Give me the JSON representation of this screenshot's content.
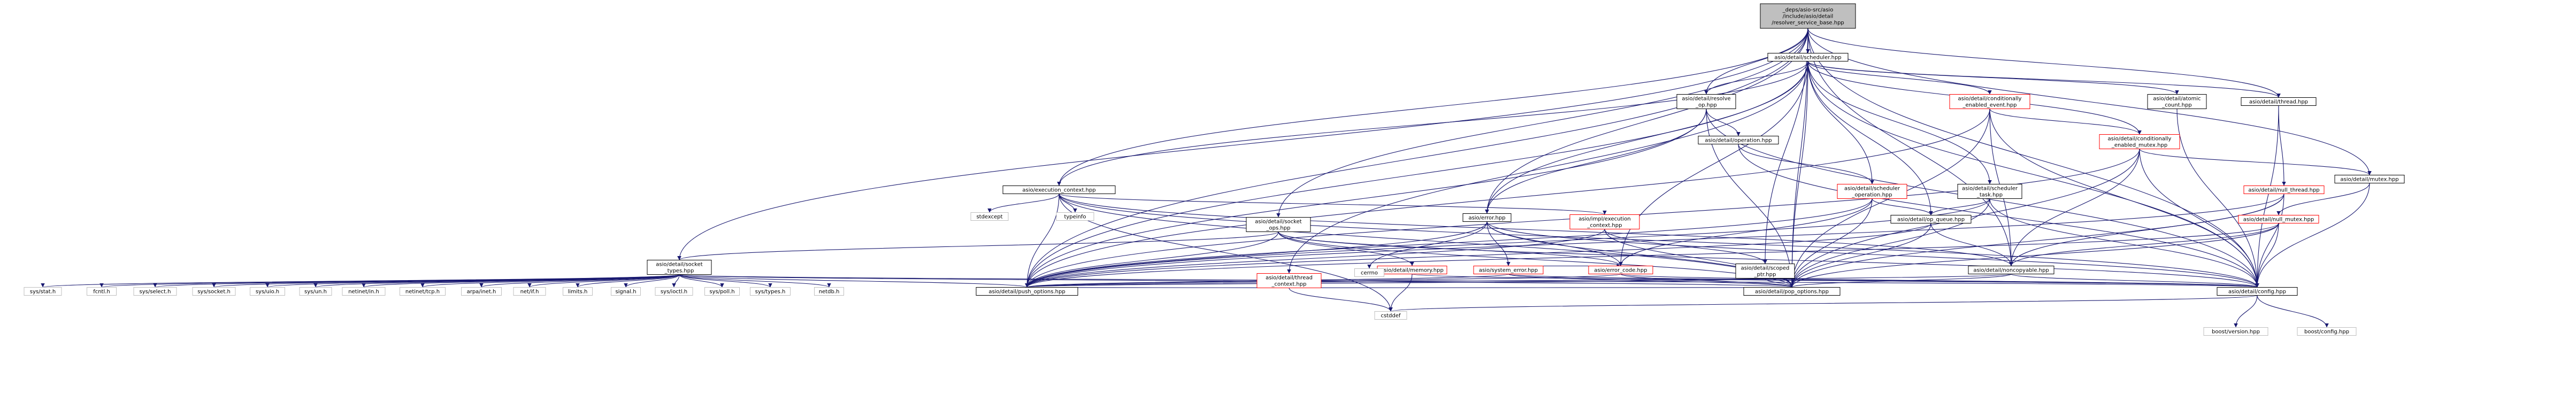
{
  "diagram": {
    "nodes": [
      {
        "id": "root",
        "lines": [
          "_deps/asio-src/asio",
          "/include/asio/detail",
          "/resolver_service_base.hpp"
        ],
        "style": "focus"
      },
      {
        "id": "scheduler",
        "lines": [
          "asio/detail/scheduler.hpp"
        ],
        "style": "normal"
      },
      {
        "id": "resolve_op",
        "lines": [
          "asio/detail/resolve",
          "_op.hpp"
        ],
        "style": "normal"
      },
      {
        "id": "cond_event",
        "lines": [
          "asio/detail/conditionally",
          "_enabled_event.hpp"
        ],
        "style": "red"
      },
      {
        "id": "atomic_count",
        "lines": [
          "asio/detail/atomic",
          "_count.hpp"
        ],
        "style": "normal"
      },
      {
        "id": "thread",
        "lines": [
          "asio/detail/thread.hpp"
        ],
        "style": "normal"
      },
      {
        "id": "operation",
        "lines": [
          "asio/detail/operation.hpp"
        ],
        "style": "normal"
      },
      {
        "id": "cond_mutex",
        "lines": [
          "asio/detail/conditionally",
          "_enabled_mutex.hpp"
        ],
        "style": "red"
      },
      {
        "id": "exec_context",
        "lines": [
          "asio/execution_context.hpp"
        ],
        "style": "normal"
      },
      {
        "id": "sched_op",
        "lines": [
          "asio/detail/scheduler",
          "_operation.hpp"
        ],
        "style": "red"
      },
      {
        "id": "sched_task",
        "lines": [
          "asio/detail/scheduler",
          "_task.hpp"
        ],
        "style": "normal"
      },
      {
        "id": "null_thread",
        "lines": [
          "asio/detail/null_thread.hpp"
        ],
        "style": "red"
      },
      {
        "id": "mutex",
        "lines": [
          "asio/detail/mutex.hpp"
        ],
        "style": "normal"
      },
      {
        "id": "stdexcept",
        "lines": [
          "stdexcept"
        ],
        "style": "plain"
      },
      {
        "id": "typeinfo",
        "lines": [
          "typeinfo"
        ],
        "style": "plain"
      },
      {
        "id": "socket_ops",
        "lines": [
          "asio/detail/socket",
          "_ops.hpp"
        ],
        "style": "normal"
      },
      {
        "id": "error",
        "lines": [
          "asio/error.hpp"
        ],
        "style": "normal"
      },
      {
        "id": "impl_exec_ctx",
        "lines": [
          "asio/impl/execution",
          "_context.hpp"
        ],
        "style": "red"
      },
      {
        "id": "op_queue",
        "lines": [
          "asio/detail/op_queue.hpp"
        ],
        "style": "normal"
      },
      {
        "id": "null_mutex",
        "lines": [
          "asio/detail/null_mutex.hpp"
        ],
        "style": "red"
      },
      {
        "id": "socket_types",
        "lines": [
          "asio/detail/socket",
          "_types.hpp"
        ],
        "style": "normal"
      },
      {
        "id": "thread_context",
        "lines": [
          "asio/detail/thread",
          "_context.hpp"
        ],
        "style": "red"
      },
      {
        "id": "memory",
        "lines": [
          "asio/detail/memory.hpp"
        ],
        "style": "red"
      },
      {
        "id": "cerrno",
        "lines": [
          "cerrno"
        ],
        "style": "plain"
      },
      {
        "id": "system_error",
        "lines": [
          "asio/system_error.hpp"
        ],
        "style": "red"
      },
      {
        "id": "error_code",
        "lines": [
          "asio/error_code.hpp"
        ],
        "style": "red"
      },
      {
        "id": "scoped_ptr",
        "lines": [
          "asio/detail/scoped",
          "_ptr.hpp"
        ],
        "style": "normal"
      },
      {
        "id": "noncopyable",
        "lines": [
          "asio/detail/noncopyable.hpp"
        ],
        "style": "normal"
      },
      {
        "id": "sys_stat",
        "lines": [
          "sys/stat.h"
        ],
        "style": "plain"
      },
      {
        "id": "fcntl",
        "lines": [
          "fcntl.h"
        ],
        "style": "plain"
      },
      {
        "id": "sys_select",
        "lines": [
          "sys/select.h"
        ],
        "style": "plain"
      },
      {
        "id": "sys_socket",
        "lines": [
          "sys/socket.h"
        ],
        "style": "plain"
      },
      {
        "id": "sys_uio",
        "lines": [
          "sys/uio.h"
        ],
        "style": "plain"
      },
      {
        "id": "sys_un",
        "lines": [
          "sys/un.h"
        ],
        "style": "plain"
      },
      {
        "id": "netinet_in",
        "lines": [
          "netinet/in.h"
        ],
        "style": "plain"
      },
      {
        "id": "netinet_tcp",
        "lines": [
          "netinet/tcp.h"
        ],
        "style": "plain"
      },
      {
        "id": "arpa_inet",
        "lines": [
          "arpa/inet.h"
        ],
        "style": "plain"
      },
      {
        "id": "net_if",
        "lines": [
          "net/if.h"
        ],
        "style": "plain"
      },
      {
        "id": "limits",
        "lines": [
          "limits.h"
        ],
        "style": "plain"
      },
      {
        "id": "signal",
        "lines": [
          "signal.h"
        ],
        "style": "plain"
      },
      {
        "id": "sys_ioctl",
        "lines": [
          "sys/ioctl.h"
        ],
        "style": "plain"
      },
      {
        "id": "sys_poll",
        "lines": [
          "sys/poll.h"
        ],
        "style": "plain"
      },
      {
        "id": "sys_types",
        "lines": [
          "sys/types.h"
        ],
        "style": "plain"
      },
      {
        "id": "netdb",
        "lines": [
          "netdb.h"
        ],
        "style": "plain"
      },
      {
        "id": "push_options",
        "lines": [
          "asio/detail/push_options.hpp"
        ],
        "style": "normal"
      },
      {
        "id": "pop_options",
        "lines": [
          "asio/detail/pop_options.hpp"
        ],
        "style": "normal"
      },
      {
        "id": "config",
        "lines": [
          "asio/detail/config.hpp"
        ],
        "style": "normal"
      },
      {
        "id": "cstddef",
        "lines": [
          "cstddef"
        ],
        "style": "plain"
      },
      {
        "id": "boost_version",
        "lines": [
          "boost/version.hpp"
        ],
        "style": "plain"
      },
      {
        "id": "boost_config",
        "lines": [
          "boost/config.hpp"
        ],
        "style": "plain"
      }
    ],
    "edges": [
      [
        "root",
        "scheduler"
      ],
      [
        "root",
        "resolve_op"
      ],
      [
        "root",
        "thread"
      ],
      [
        "root",
        "exec_context"
      ],
      [
        "root",
        "socket_ops"
      ],
      [
        "root",
        "socket_types"
      ],
      [
        "root",
        "push_options"
      ],
      [
        "root",
        "pop_options"
      ],
      [
        "root",
        "config"
      ],
      [
        "root",
        "mutex"
      ],
      [
        "root",
        "noncopyable"
      ],
      [
        "root",
        "scoped_ptr"
      ],
      [
        "root",
        "error"
      ],
      [
        "scheduler",
        "resolve_op"
      ],
      [
        "scheduler",
        "cond_event"
      ],
      [
        "scheduler",
        "atomic_count"
      ],
      [
        "scheduler",
        "thread"
      ],
      [
        "scheduler",
        "cond_mutex"
      ],
      [
        "scheduler",
        "exec_context"
      ],
      [
        "scheduler",
        "sched_op"
      ],
      [
        "scheduler",
        "sched_task"
      ],
      [
        "scheduler",
        "op_queue"
      ],
      [
        "scheduler",
        "error_code"
      ],
      [
        "scheduler",
        "thread_context"
      ],
      [
        "scheduler",
        "push_options"
      ],
      [
        "scheduler",
        "pop_options"
      ],
      [
        "scheduler",
        "config"
      ],
      [
        "scheduler",
        "error"
      ],
      [
        "resolve_op",
        "operation"
      ],
      [
        "resolve_op",
        "error"
      ],
      [
        "resolve_op",
        "push_options"
      ],
      [
        "resolve_op",
        "pop_options"
      ],
      [
        "resolve_op",
        "config"
      ],
      [
        "cond_event",
        "cond_mutex"
      ],
      [
        "cond_event",
        "noncopyable"
      ],
      [
        "cond_event",
        "push_options"
      ],
      [
        "cond_event",
        "pop_options"
      ],
      [
        "cond_event",
        "config"
      ],
      [
        "atomic_count",
        "config"
      ],
      [
        "thread",
        "null_thread"
      ],
      [
        "thread",
        "config"
      ],
      [
        "operation",
        "sched_op"
      ],
      [
        "operation",
        "config"
      ],
      [
        "cond_mutex",
        "mutex"
      ],
      [
        "cond_mutex",
        "noncopyable"
      ],
      [
        "cond_mutex",
        "push_options"
      ],
      [
        "cond_mutex",
        "pop_options"
      ],
      [
        "cond_mutex",
        "config"
      ],
      [
        "exec_context",
        "stdexcept"
      ],
      [
        "exec_context",
        "typeinfo"
      ],
      [
        "exec_context",
        "noncopyable"
      ],
      [
        "exec_context",
        "impl_exec_ctx"
      ],
      [
        "exec_context",
        "push_options"
      ],
      [
        "exec_context",
        "pop_options"
      ],
      [
        "exec_context",
        "config"
      ],
      [
        "exec_context",
        "cstddef"
      ],
      [
        "sched_op",
        "error_code"
      ],
      [
        "sched_op",
        "op_queue"
      ],
      [
        "sched_op",
        "push_options"
      ],
      [
        "sched_op",
        "pop_options"
      ],
      [
        "sched_task",
        "op_queue"
      ],
      [
        "sched_task",
        "push_options"
      ],
      [
        "sched_task",
        "pop_options"
      ],
      [
        "sched_task",
        "config"
      ],
      [
        "null_thread",
        "noncopyable"
      ],
      [
        "null_thread",
        "push_options"
      ],
      [
        "null_thread",
        "pop_options"
      ],
      [
        "null_thread",
        "config"
      ],
      [
        "mutex",
        "null_mutex"
      ],
      [
        "mutex",
        "config"
      ],
      [
        "socket_ops",
        "socket_types"
      ],
      [
        "socket_ops",
        "error_code"
      ],
      [
        "socket_ops",
        "memory"
      ],
      [
        "socket_ops",
        "push_options"
      ],
      [
        "socket_ops",
        "pop_options"
      ],
      [
        "socket_ops",
        "config"
      ],
      [
        "error",
        "cerrno"
      ],
      [
        "error",
        "system_error"
      ],
      [
        "error",
        "error_code"
      ],
      [
        "error",
        "push_options"
      ],
      [
        "error",
        "pop_options"
      ],
      [
        "error",
        "config"
      ],
      [
        "impl_exec_ctx",
        "scoped_ptr"
      ],
      [
        "impl_exec_ctx",
        "push_options"
      ],
      [
        "impl_exec_ctx",
        "pop_options"
      ],
      [
        "op_queue",
        "noncopyable"
      ],
      [
        "op_queue",
        "push_options"
      ],
      [
        "op_queue",
        "pop_options"
      ],
      [
        "null_mutex",
        "noncopyable"
      ],
      [
        "null_mutex",
        "push_options"
      ],
      [
        "null_mutex",
        "pop_options"
      ],
      [
        "null_mutex",
        "config"
      ],
      [
        "socket_types",
        "sys_stat"
      ],
      [
        "socket_types",
        "fcntl"
      ],
      [
        "socket_types",
        "sys_select"
      ],
      [
        "socket_types",
        "sys_socket"
      ],
      [
        "socket_types",
        "sys_uio"
      ],
      [
        "socket_types",
        "sys_un"
      ],
      [
        "socket_types",
        "netinet_in"
      ],
      [
        "socket_types",
        "netinet_tcp"
      ],
      [
        "socket_types",
        "arpa_inet"
      ],
      [
        "socket_types",
        "net_if"
      ],
      [
        "socket_types",
        "limits"
      ],
      [
        "socket_types",
        "signal"
      ],
      [
        "socket_types",
        "sys_ioctl"
      ],
      [
        "socket_types",
        "sys_poll"
      ],
      [
        "socket_types",
        "sys_types"
      ],
      [
        "socket_types",
        "netdb"
      ],
      [
        "socket_types",
        "push_options"
      ],
      [
        "socket_types",
        "pop_options"
      ],
      [
        "socket_types",
        "config"
      ],
      [
        "thread_context",
        "cstddef"
      ],
      [
        "thread_context",
        "push_options"
      ],
      [
        "thread_context",
        "pop_options"
      ],
      [
        "memory",
        "cstddef"
      ],
      [
        "memory",
        "config"
      ],
      [
        "system_error",
        "error_code"
      ],
      [
        "system_error",
        "push_options"
      ],
      [
        "system_error",
        "pop_options"
      ],
      [
        "system_error",
        "config"
      ],
      [
        "error_code",
        "push_options"
      ],
      [
        "error_code",
        "pop_options"
      ],
      [
        "error_code",
        "config"
      ],
      [
        "scoped_ptr",
        "push_options"
      ],
      [
        "scoped_ptr",
        "pop_options"
      ],
      [
        "noncopyable",
        "push_options"
      ],
      [
        "noncopyable",
        "pop_options"
      ],
      [
        "noncopyable",
        "config"
      ],
      [
        "config",
        "cstddef"
      ],
      [
        "config",
        "boost_version"
      ],
      [
        "config",
        "boost_config"
      ]
    ]
  }
}
